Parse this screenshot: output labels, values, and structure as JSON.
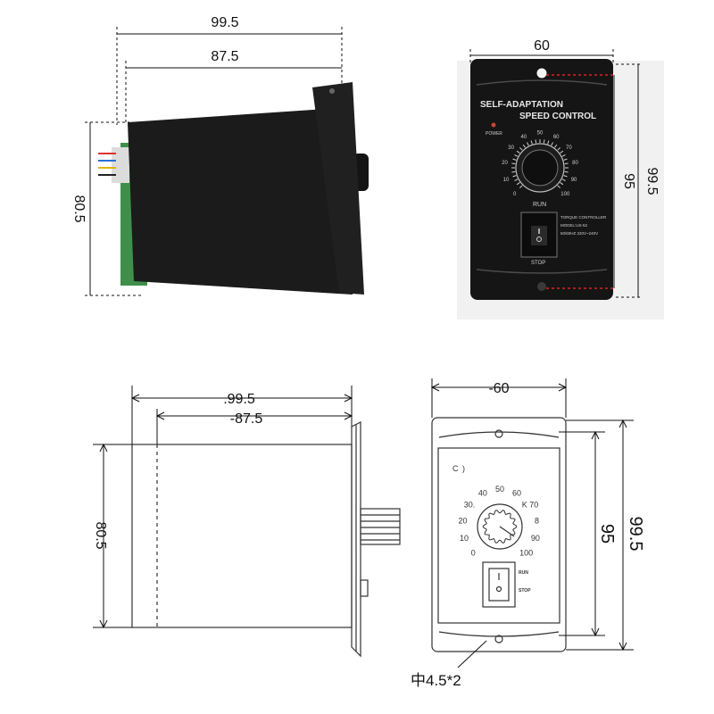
{
  "photo": {
    "side_width_outer": "99.5",
    "side_width_inner": "87.5",
    "side_height": "80.5",
    "front_width": "60",
    "front_height_inner": "95",
    "front_height_outer": "99.5",
    "panel_title_1": "SELF-ADAPTATION",
    "panel_title_2": "SPEED  CONTROL",
    "power_label": "POWER",
    "dial_ticks": [
      "0",
      "10",
      "20",
      "30",
      "40",
      "50",
      "60",
      "70",
      "80",
      "90",
      "100"
    ],
    "run_label": "RUN",
    "stop_label": "STOP",
    "spec_lines": [
      "TORQUE CONTROLLER",
      "MODEL:US-52",
      "50/60HZ 220V~240V"
    ]
  },
  "drawing": {
    "side_width_outer": ".99.5",
    "side_width_inner": "-87.5",
    "side_height": "80.5",
    "front_width": "-60",
    "front_height_inner": "95",
    "front_height_outer": "99.5",
    "dial_ticks": [
      "0",
      "10",
      "20",
      "30.",
      "40",
      "50",
      "60",
      "K 70",
      "8",
      "90",
      "100"
    ],
    "power_mark": "C",
    "run_label": "RUN",
    "stop_label": "STOP",
    "hole_note": "中4.5*2"
  }
}
